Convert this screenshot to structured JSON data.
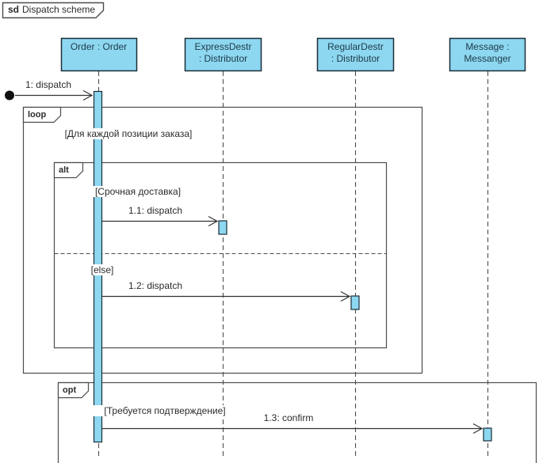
{
  "frame": {
    "keyword": "sd",
    "title": "Dispatch scheme"
  },
  "lifelines": [
    {
      "line1": "Order : Order",
      "line2": ""
    },
    {
      "line1": "ExpressDestr",
      "line2": ": Distributor"
    },
    {
      "line1": "RegularDestr",
      "line2": ": Distributor"
    },
    {
      "line1": "Message :",
      "line2": "Messanger"
    }
  ],
  "fragments": {
    "loop": {
      "operator": "loop",
      "guard": "[Для каждой позиции заказа]"
    },
    "alt": {
      "operator": "alt",
      "guard1": "[Срочная доставка]",
      "guard2": "[else]"
    },
    "opt": {
      "operator": "opt",
      "guard": "[Требуется подтверждение]"
    }
  },
  "messages": {
    "m1": {
      "label": "1: dispatch"
    },
    "m11": {
      "label": "1.1: dispatch"
    },
    "m12": {
      "label": "1.2: dispatch"
    },
    "m13": {
      "label": "1.3: confirm"
    }
  },
  "colors": {
    "bg": "#ffffff",
    "lifeline_fill": "#8dd7f0",
    "lifeline_border": "#1a2e38",
    "lifeline_text": "#1e3a49",
    "fragment_border": "#4d4d4d",
    "arrow_color": "#333333",
    "text_color": "#2b2b2b"
  }
}
